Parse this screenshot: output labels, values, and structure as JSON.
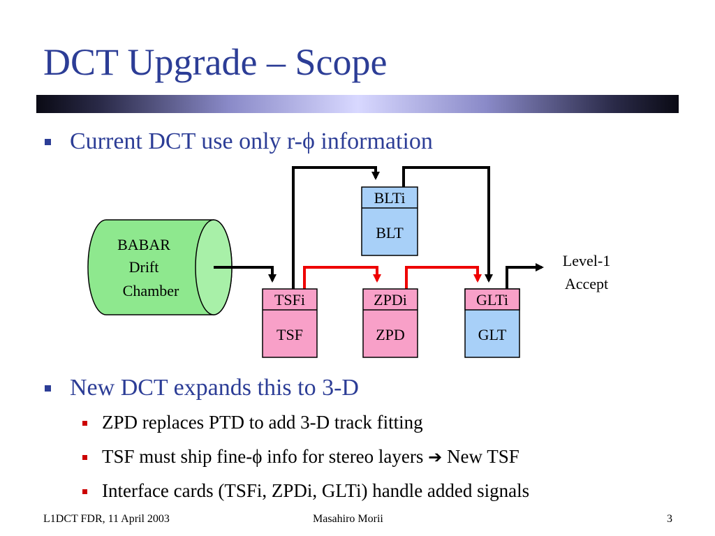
{
  "slide": {
    "title": "DCT Upgrade – Scope"
  },
  "bullets": {
    "b1": "Current DCT use only r-ϕ information",
    "b2": "New DCT expands this to 3-D",
    "sub1": "ZPD replaces PTD to add 3-D track fitting",
    "sub2_pre": "TSF must ship fine-ϕ info for stereo layers ",
    "sub2_arrow": "➔",
    "sub2_post": " New TSF",
    "sub3": "Interface cards (TSFi, ZPDi, GLTi) handle added signals"
  },
  "diagram": {
    "chamber_line1": "BABAR",
    "chamber_line2": "Drift",
    "chamber_line3": "Chamber",
    "blt_top": "BLTi",
    "blt_bottom": "BLT",
    "tsf_top": "TSFi",
    "tsf_bottom": "TSF",
    "zpd_top": "ZPDi",
    "zpd_bottom": "ZPD",
    "glt_top": "GLTi",
    "glt_bottom": "GLT",
    "accept_line1": "Level-1",
    "accept_line2": "Accept",
    "colors": {
      "chamber": "#8ee88e",
      "blue_box": "#a8d0f8",
      "pink_box": "#f8a0c8",
      "red_path": "#ee0000",
      "black_path": "#000000"
    }
  },
  "footer": {
    "left": "L1DCT FDR, 11 April 2003",
    "center": "Masahiro Morii",
    "right": "3"
  }
}
